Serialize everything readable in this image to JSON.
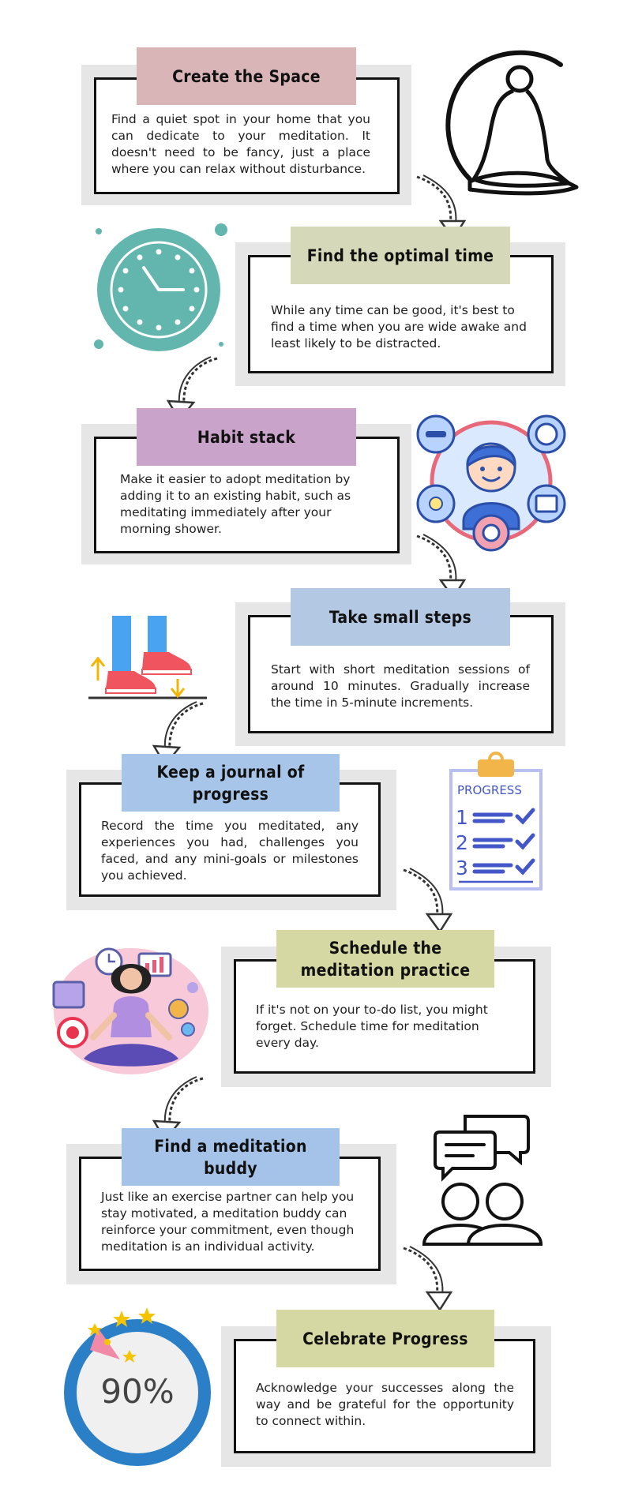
{
  "steps": [
    {
      "title": "Create the Space",
      "text": "Find a quiet spot in your home that you can dedicate to your meditation. It doesn't need to be fancy, just a place where you can relax without disturbance."
    },
    {
      "title": "Find the optimal time",
      "text": "While any time can be good, it's best to find a time when you are wide awake and least likely to be distracted."
    },
    {
      "title": "Habit stack",
      "text": "Make it easier to adopt meditation by adding it to an existing habit, such as meditating immediately after your morning shower."
    },
    {
      "title": "Take small steps",
      "text": "Start with short meditation sessions of around 10 minutes. Gradually increase the time in 5-minute increments."
    },
    {
      "title": "Keep a journal of progress",
      "text": "Record the time you meditated, any experiences you had, challenges you faced, and any mini-goals or milestones you achieved."
    },
    {
      "title": "Schedule the meditation practice",
      "text": "If it's not on your to-do list, you might forget. Schedule time for meditation every day."
    },
    {
      "title": "Find a meditation buddy",
      "text": "Just like an exercise partner can help you stay motivated, a meditation buddy can reinforce your commitment, even though meditation is an individual activity."
    },
    {
      "title": "Celebrate Progress",
      "text": "Acknowledge your successes along the way and be grateful for the opportunity to connect within."
    }
  ],
  "progress_icon": {
    "title": "PROGRESS",
    "items": [
      "1",
      "2",
      "3"
    ]
  },
  "celebrate_icon": {
    "percent_label": "90%",
    "percent_value": 90
  },
  "colors": {
    "label_1": "#d9b5b8",
    "label_2": "#d5d9ba",
    "label_3": "#c9a3c9",
    "label_4": "#b3c8e3",
    "label_5": "#a7c5e8",
    "label_6": "#d6d8a3",
    "label_7": "#a5c3e8",
    "label_8": "#d6d8a3",
    "teal": "#63b6ae",
    "blue_ring": "#2b7fc7"
  },
  "icons": [
    "meditation-silhouette-icon",
    "clock-icon",
    "habit-person-icon",
    "walking-steps-icon",
    "progress-checklist-icon",
    "meditating-woman-icon",
    "chat-people-icon",
    "celebration-percent-icon",
    "curved-arrow-icon"
  ]
}
